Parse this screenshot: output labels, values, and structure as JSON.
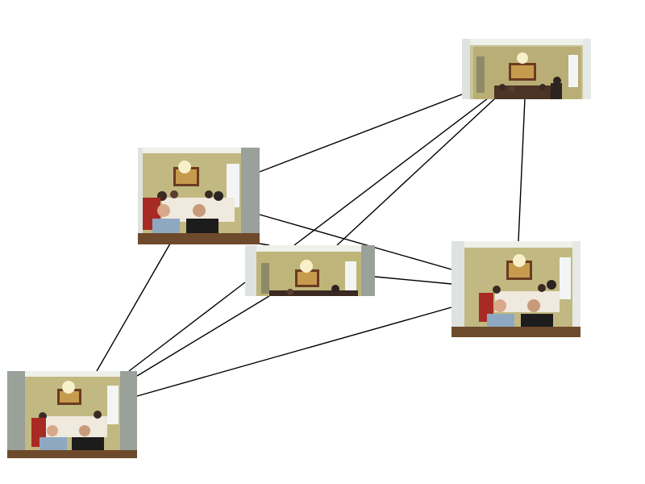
{
  "diagram": {
    "nodes": [
      {
        "id": "n1",
        "kind": "photo",
        "subject": "dining-room-photo",
        "icon": "photo-thumbnail"
      },
      {
        "id": "n2",
        "kind": "photo",
        "subject": "dining-room-photo",
        "icon": "photo-thumbnail"
      },
      {
        "id": "n3",
        "kind": "photo",
        "subject": "dining-room-photo",
        "icon": "photo-thumbnail"
      },
      {
        "id": "n4",
        "kind": "photo",
        "subject": "dining-room-photo",
        "icon": "photo-thumbnail"
      },
      {
        "id": "n5",
        "kind": "photo",
        "subject": "dining-room-photo",
        "icon": "photo-thumbnail"
      }
    ],
    "edges": [
      {
        "from": "n1",
        "to": "n2"
      },
      {
        "from": "n1",
        "to": "n3",
        "parallel": 2
      },
      {
        "from": "n1",
        "to": "n4"
      },
      {
        "from": "n2",
        "to": "n3"
      },
      {
        "from": "n2",
        "to": "n4"
      },
      {
        "from": "n2",
        "to": "n5"
      },
      {
        "from": "n3",
        "to": "n4"
      },
      {
        "from": "n3",
        "to": "n5",
        "parallel": 2
      },
      {
        "from": "n4",
        "to": "n5"
      }
    ],
    "colors": {
      "background": "#ffffff",
      "edge": "#000000",
      "wall": "#b8ab74",
      "frame": "#dfe3e0",
      "floor": "#5a3a22"
    }
  }
}
